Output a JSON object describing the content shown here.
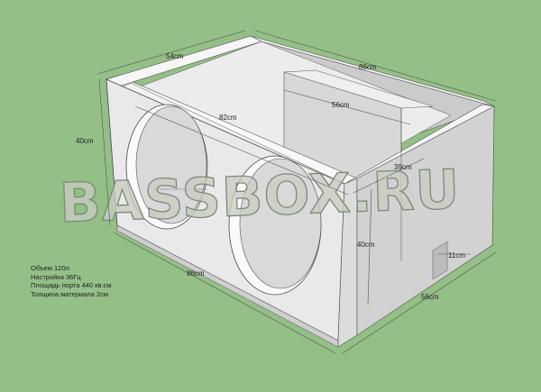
{
  "watermark": "BASSBOX.RU",
  "dimensions": {
    "depth_top": "54cm",
    "length_top": "86cm",
    "height_left": "40cm",
    "length_bottom": "86cm",
    "inner_length": "82cm",
    "port_length": "56cm",
    "port_depth": "39cm",
    "port_height": "40cm",
    "port_width": "11cm",
    "bottom_depth": "56cm"
  },
  "specs": [
    "Объем 120л",
    "Настройка 36Гц",
    "Площадь порта 440 кв.см",
    "Толщина материала 2см"
  ],
  "colors": {
    "background": "#94bf86",
    "wood_face": "#e9e9e9",
    "wood_top": "#f6f6f6",
    "wood_side": "#d2d2d2",
    "dimension_line": "#555555"
  }
}
